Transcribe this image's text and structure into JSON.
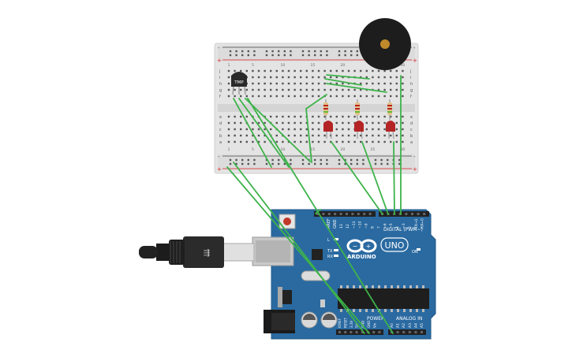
{
  "sensor": {
    "label": "TMP"
  },
  "arduino": {
    "brand": "ARDUINO",
    "model": "UNO",
    "digital_label": "DIGITAL (PWM~)",
    "analog_label": "ANALOG IN",
    "power_label": "POWER",
    "aref": "AREF",
    "gnd": "GND",
    "on": "ON",
    "tx": "TX",
    "rx": "RX",
    "l": "L",
    "digital_pins": [
      "13",
      "12",
      "~11",
      "~10",
      "~9",
      "8",
      "7",
      "~6",
      "~5",
      "4",
      "~3",
      "2",
      "TX→1",
      "RX←0"
    ],
    "analog_pins": [
      "A0",
      "A1",
      "A2",
      "A3",
      "A4",
      "A5"
    ],
    "power_pins": [
      "IOREF",
      "RESET",
      "3.3V",
      "5V",
      "GND",
      "GND",
      "Vin"
    ]
  },
  "breadboard": {
    "row_letters_top": [
      "j",
      "i",
      "h",
      "g",
      "f"
    ],
    "row_letters_bottom": [
      "e",
      "d",
      "c",
      "b",
      "a"
    ],
    "col_numbers": [
      "1",
      "5",
      "10",
      "15",
      "20",
      "25",
      "30"
    ],
    "rail_plus": "+",
    "rail_minus": "-"
  },
  "colors": {
    "wire": "#3db34a",
    "board": "#2a6aa1",
    "breadboard": "#e6e6e6",
    "led": "#b42424",
    "buzzer": "#1d1d1d",
    "buzzer_center": "#c08a2b"
  }
}
